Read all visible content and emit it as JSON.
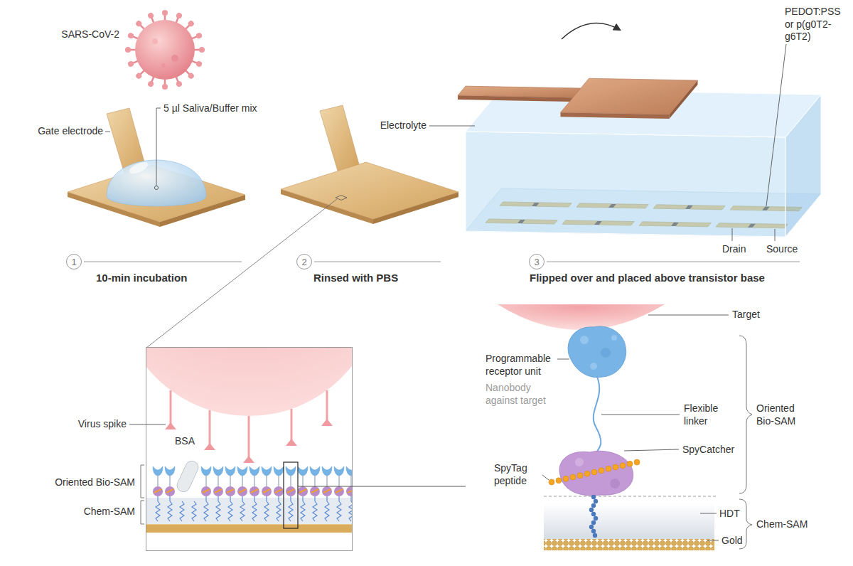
{
  "diagram": {
    "nodes": [
      {
        "text": [
          "1"
        ]
      },
      {
        "text": [
          "2"
        ]
      },
      {
        "text": [
          "3"
        ]
      }
    ],
    "labels": [
      "SARS-CoV-2",
      "Gate electrode",
      "5 µl Saliva/Buffer mix",
      "10-min incubation",
      "Rinsed with PBS",
      "Flipped over and placed above transistor base",
      "PEDOT:PSS or p(g0T2-g6T2)",
      "Electrolyte",
      "Source",
      "Drain",
      "Virus spike",
      "BSA",
      "Oriented Bio-SAM",
      "Chem-SAM",
      "Target",
      "Programmable receptor unit",
      "Nanobody against target",
      "Flexible linker",
      "Oriented Bio-SAM",
      "SpyCatcher",
      "SpyTag peptide",
      "HDT",
      "Chem-SAM",
      "Gold"
    ]
  }
}
